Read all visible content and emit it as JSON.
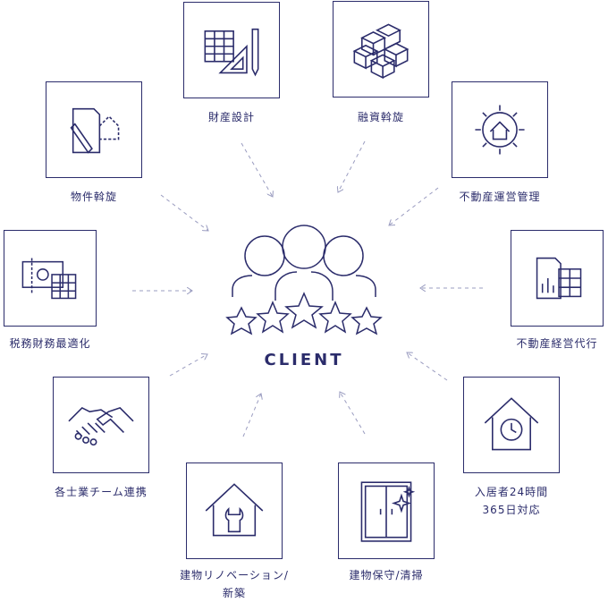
{
  "center": {
    "label": "CLIENT"
  },
  "nodes": [
    {
      "label1": "財産設計",
      "label2": ""
    },
    {
      "label1": "融資斡旋",
      "label2": ""
    },
    {
      "label1": "物件斡旋",
      "label2": ""
    },
    {
      "label1": "不動産運営管理",
      "label2": ""
    },
    {
      "label1": "税務財務最適化",
      "label2": ""
    },
    {
      "label1": "不動産経営代行",
      "label2": ""
    },
    {
      "label1": "各士業チーム連携",
      "label2": ""
    },
    {
      "label1": "入居者24時間",
      "label2": "365日対応"
    },
    {
      "label1": "建物リノベーション/",
      "label2": "新築"
    },
    {
      "label1": "建物保守/清掃",
      "label2": ""
    }
  ],
  "colors": {
    "ink": "#2b2c6b",
    "arrow": "#9a9cc0"
  }
}
